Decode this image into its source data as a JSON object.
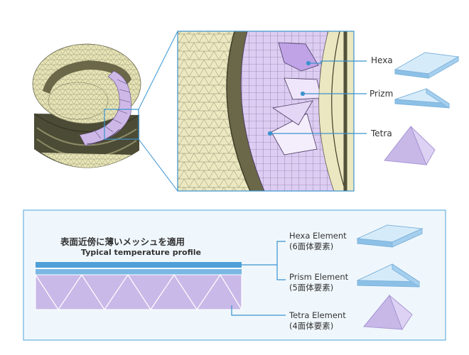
{
  "top": {
    "labels": [
      "Hexa",
      "Prizm",
      "Tetra"
    ]
  },
  "panel": {
    "title": "表面近傍に薄いメッシュを適用",
    "subtitle": "Typical temperature profile",
    "elements": [
      {
        "name": "Hexa Element",
        "faces": "(6面体要素)"
      },
      {
        "name": "Prism Element",
        "faces": "(5面体要素)"
      },
      {
        "name": "Tetra Element",
        "faces": "(4面体要素)"
      }
    ]
  },
  "colors": {
    "accent": "#3a93cf",
    "mesh_purple": "#d9c7ef",
    "mesh_yellow": "#e9e6b9",
    "shape_blue": "#b5d8f2",
    "shape_purple": "#c7b8e8"
  }
}
